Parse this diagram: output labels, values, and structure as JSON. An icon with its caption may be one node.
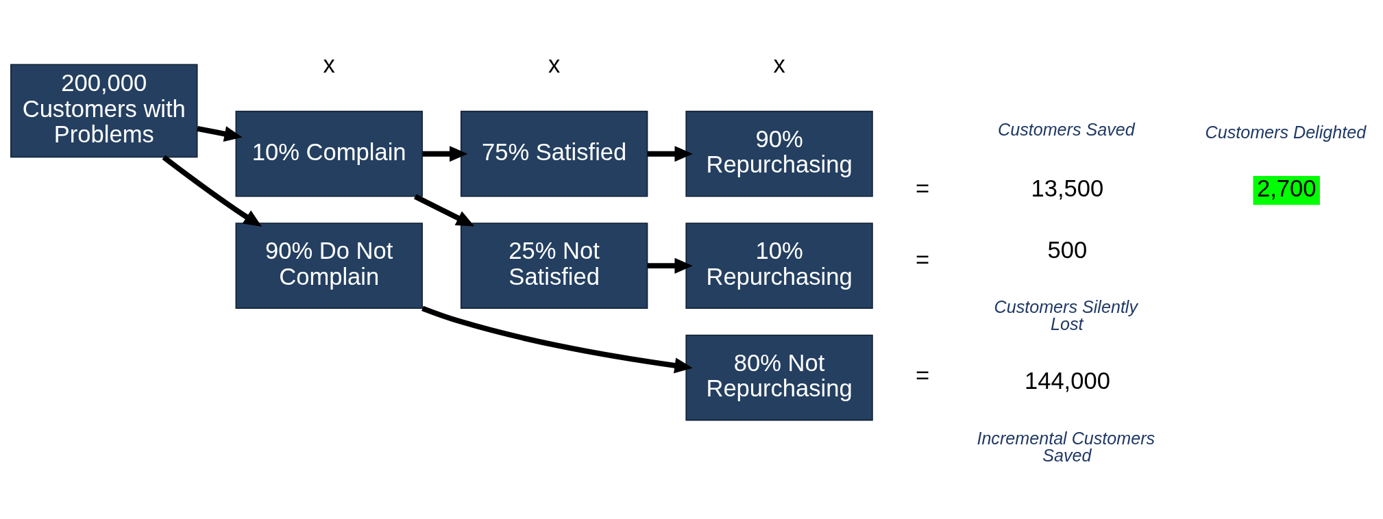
{
  "diagram": {
    "nodes": [
      {
        "text": [
          "200,000 Customers with Problems"
        ]
      },
      {
        "text": [
          "10% Complain"
        ]
      },
      {
        "text": [
          "90% Do Not Complain"
        ]
      },
      {
        "text": [
          "75% Satisfied"
        ]
      },
      {
        "text": [
          "90% Repurchasing"
        ]
      },
      {
        "text": [
          "25% Not Satisfied"
        ]
      },
      {
        "text": [
          "10% Repurchasing"
        ]
      },
      {
        "text": [
          "80% Not Repurchasing"
        ]
      }
    ],
    "edges": [
      {
        "from": 0,
        "to": 1,
        "arrow": "to"
      },
      {
        "from": 0,
        "to": 2,
        "arrow": "to"
      },
      {
        "from": 1,
        "to": 3,
        "arrow": "to"
      },
      {
        "from": 1,
        "to": 5,
        "arrow": "to"
      },
      {
        "from": 3,
        "to": 4,
        "arrow": "to"
      },
      {
        "from": 5,
        "to": 6,
        "arrow": "to"
      },
      {
        "from": 2,
        "to": 7,
        "arrow": "to"
      }
    ],
    "labels": [
      "x",
      "x",
      "x",
      "Customers Saved",
      "Customers Delighted",
      "=",
      "13,500",
      "2,700",
      "=",
      "500",
      "Customers Silently Lost",
      "=",
      "144,000",
      "Incremental Customers Saved"
    ]
  }
}
